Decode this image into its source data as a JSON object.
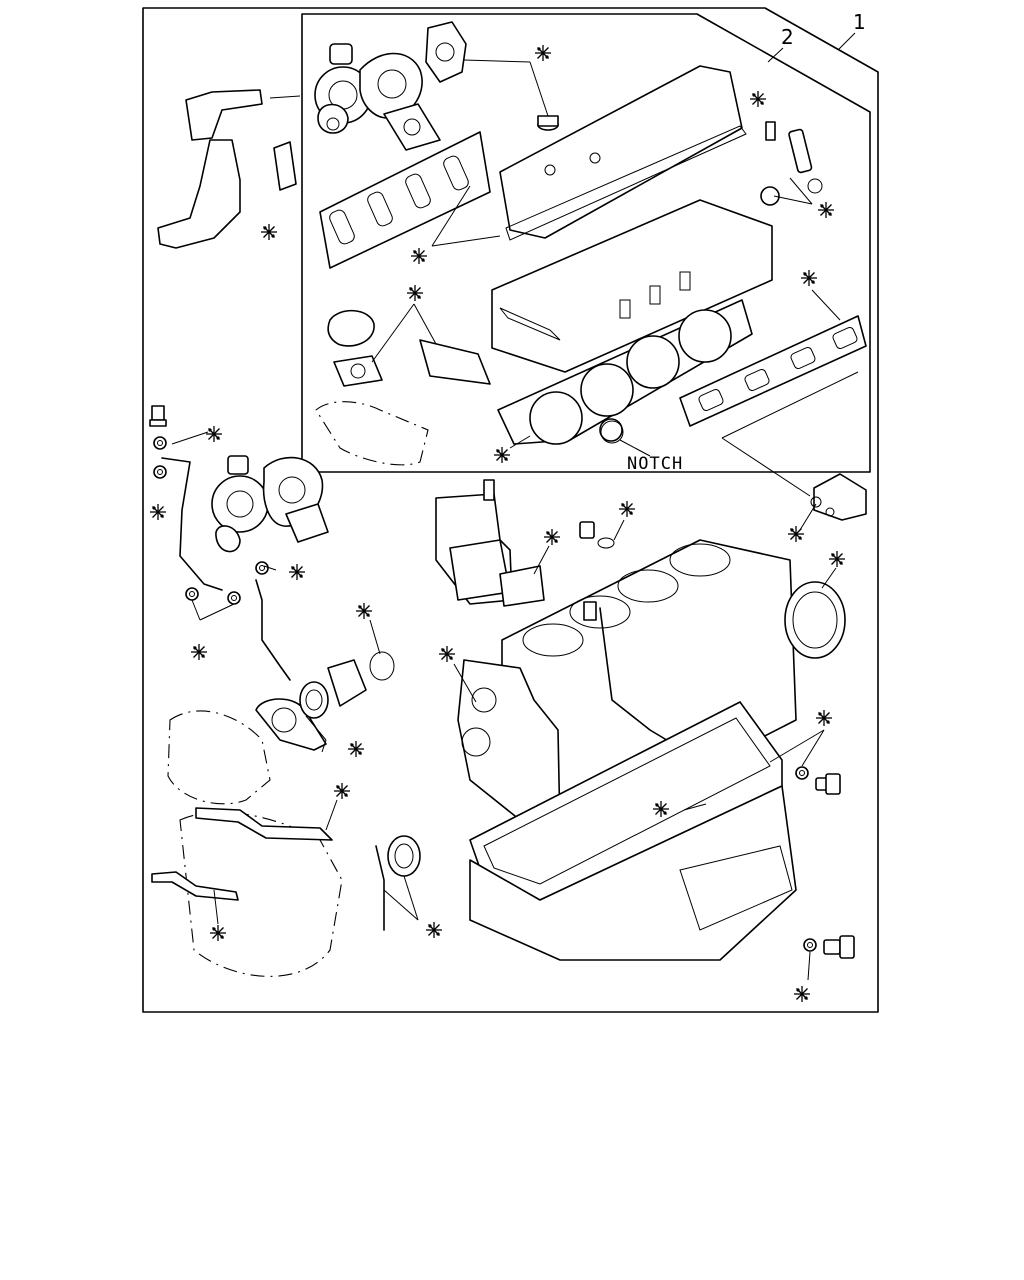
{
  "diagram": {
    "callout_1": "1",
    "callout_2": "2",
    "notch_label": "NOTCH",
    "kit_marker_symbol": "asterisk-circle-icon"
  }
}
